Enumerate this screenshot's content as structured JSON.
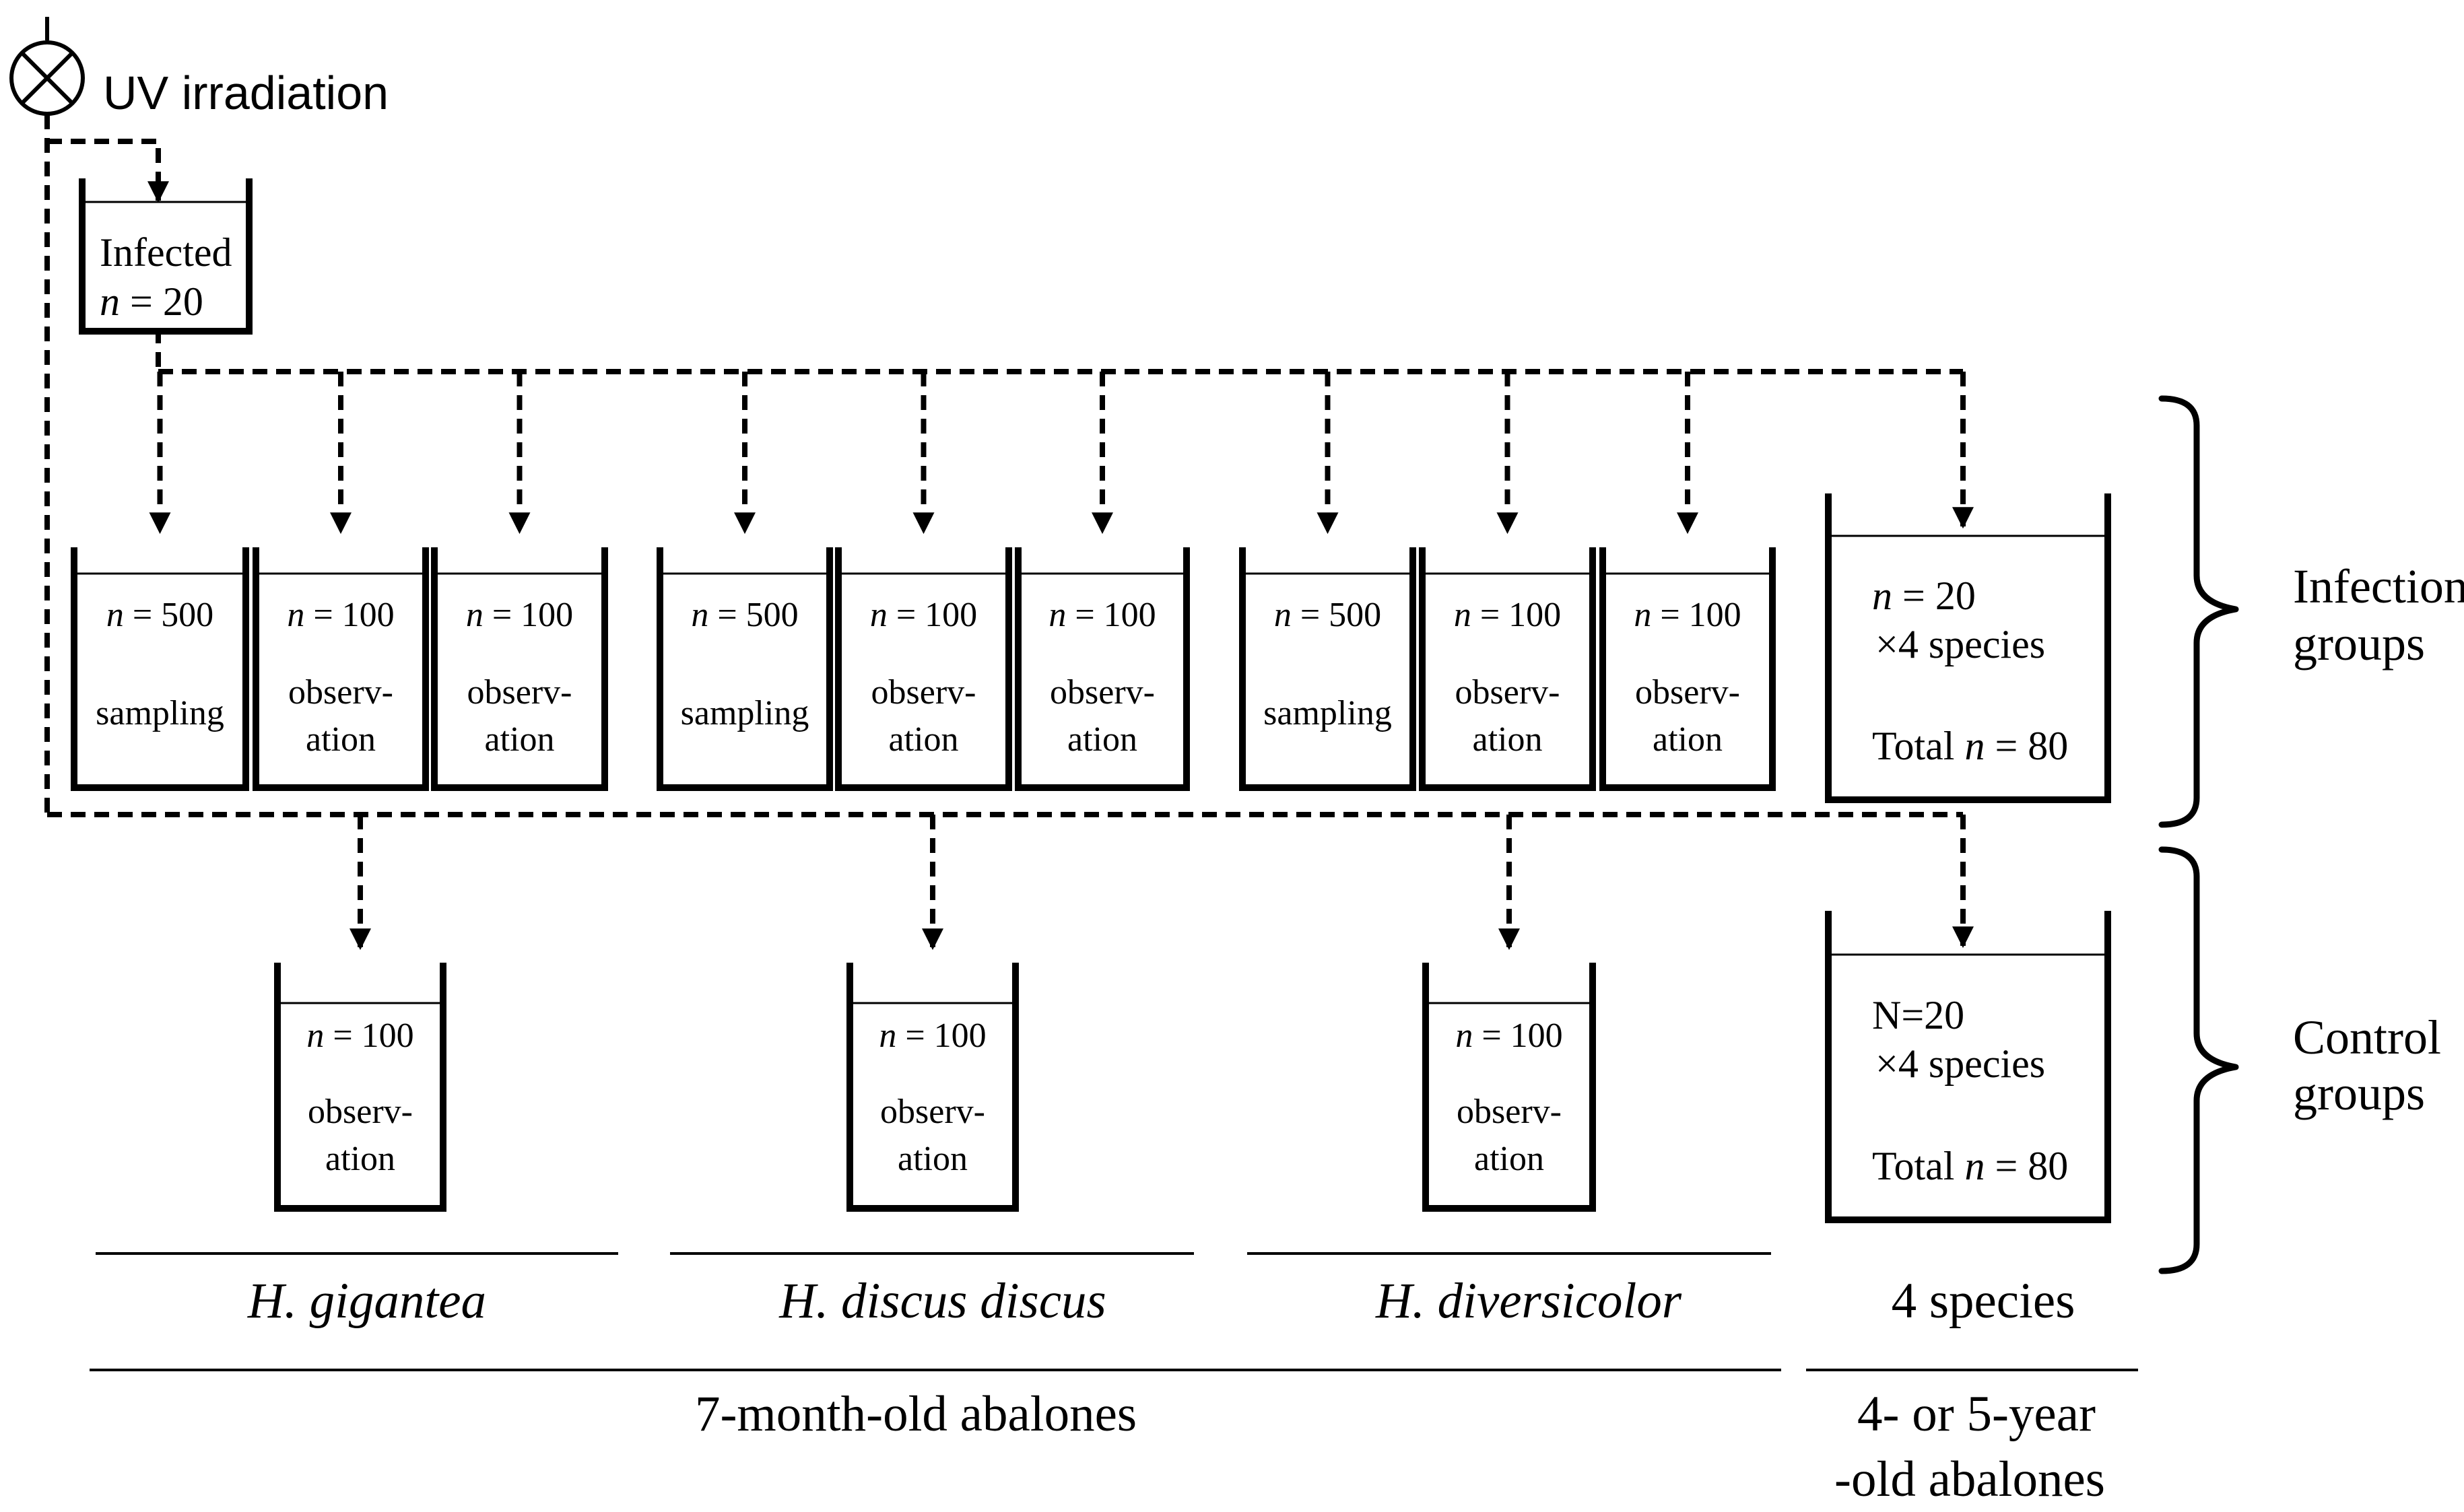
{
  "source": {
    "label": "UV irradiation"
  },
  "infected_tank": {
    "line1": "Infected",
    "n_var": "n",
    "n_eq": " = 20"
  },
  "n_var": "n",
  "infection_tanks": [
    {
      "n": " = 500",
      "line1": "sampling",
      "line2": ""
    },
    {
      "n": " = 100",
      "line1": "observ-",
      "line2": "ation"
    },
    {
      "n": " = 100",
      "line1": "observ-",
      "line2": "ation"
    },
    {
      "n": " = 500",
      "line1": "sampling",
      "line2": ""
    },
    {
      "n": " = 100",
      "line1": "observ-",
      "line2": "ation"
    },
    {
      "n": " = 100",
      "line1": "observ-",
      "line2": "ation"
    },
    {
      "n": " = 500",
      "line1": "sampling",
      "line2": ""
    },
    {
      "n": " = 100",
      "line1": "observ-",
      "line2": "ation"
    },
    {
      "n": " = 100",
      "line1": "observ-",
      "line2": "ation"
    }
  ],
  "infection_big": {
    "n_eq": " = 20",
    "times": "×4 species",
    "total_label": "Total ",
    "total_eq": " = 80"
  },
  "control_tanks": [
    {
      "n": " = 100",
      "line1": "observ-",
      "line2": "ation"
    },
    {
      "n": " = 100",
      "line1": "observ-",
      "line2": "ation"
    },
    {
      "n": " = 100",
      "line1": "observ-",
      "line2": "ation"
    }
  ],
  "control_big": {
    "line1": "N=20",
    "times": "×4 species",
    "total_label": "Total ",
    "total_eq": " = 80"
  },
  "species": [
    "H. gigantea",
    "H. discus discus",
    "H. diversicolor",
    "4 species"
  ],
  "ages": {
    "young": "7-month-old abalones",
    "old_line1": "4- or 5-year",
    "old_line2": "-old  abalones"
  },
  "groups": {
    "infection_line1": "Infection",
    "infection_line2": "groups",
    "control_line1": "Control",
    "control_line2": "groups"
  }
}
